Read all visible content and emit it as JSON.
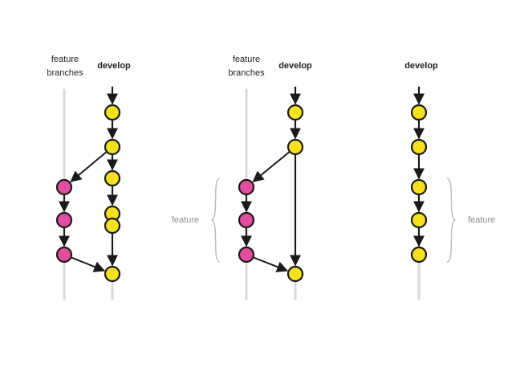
{
  "panels": [
    {
      "feature_branches_label_line1": "feature",
      "feature_branches_label_line2": "branches",
      "develop_label": "develop"
    },
    {
      "feature_branches_label_line1": "feature",
      "feature_branches_label_line2": "branches",
      "develop_label": "develop",
      "brace_label": "feature"
    },
    {
      "develop_label": "develop",
      "brace_label": "feature"
    }
  ],
  "colors": {
    "develop_commit": "#f7e11c",
    "feature_commit": "#e34d9f",
    "branch_line": "#d9d9d9",
    "arrow": "#1a1a1a",
    "brace": "#bdbdbd"
  }
}
